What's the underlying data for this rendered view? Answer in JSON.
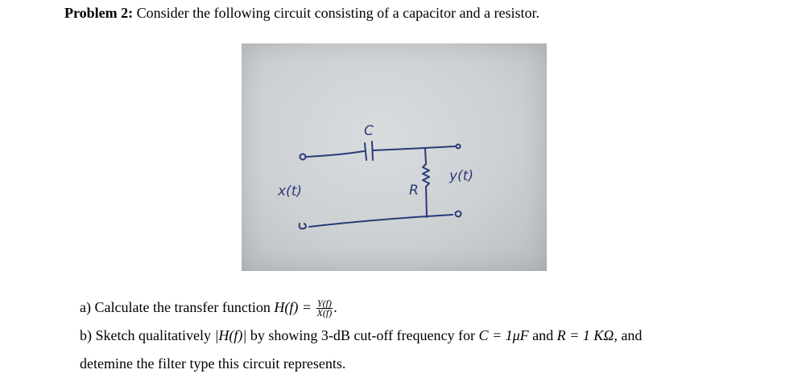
{
  "heading": {
    "label": "Problem 2:",
    "text": "Consider the following circuit consisting of a capacitor and a resistor."
  },
  "figure": {
    "cap_label": "C",
    "res_label": "R",
    "input_label": "x(t)",
    "output_label": "y(t)"
  },
  "part_a": {
    "prefix": "a) Calculate the transfer function",
    "lhs": "H(f) =",
    "num": "Y(f)",
    "den": "X(f)",
    "suffix": "."
  },
  "part_b": {
    "line1_pre": "b) Sketch qualitatively",
    "abs_h": "|H(f)|",
    "line1_mid": "by showing 3-dB cut-off frequency for",
    "c_eq": "C = 1μF",
    "and1": "and",
    "r_eq": "R = 1 KΩ,",
    "and2": "and",
    "line2": "detemine the filter type this circuit represents."
  }
}
